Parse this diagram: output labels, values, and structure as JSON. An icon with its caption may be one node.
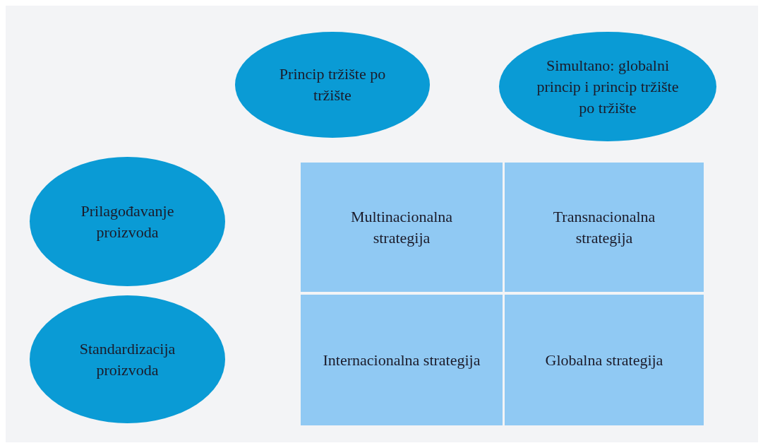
{
  "diagram": {
    "nodes": [
      {
        "text": [
          "Princip tržište po tržište"
        ]
      },
      {
        "text": [
          "Simultano: globalni princip i princip tržište po tržište"
        ]
      },
      {
        "text": [
          "Prilagođavanje proizvoda"
        ]
      },
      {
        "text": [
          "Multinacionalna strategija"
        ]
      },
      {
        "text": [
          "Transnacionalna strategija"
        ]
      },
      {
        "text": [
          "Standardizacija proizvoda"
        ]
      },
      {
        "text": [
          "Internacionalna strategija"
        ]
      },
      {
        "text": [
          "Globalna strategija"
        ]
      }
    ]
  }
}
